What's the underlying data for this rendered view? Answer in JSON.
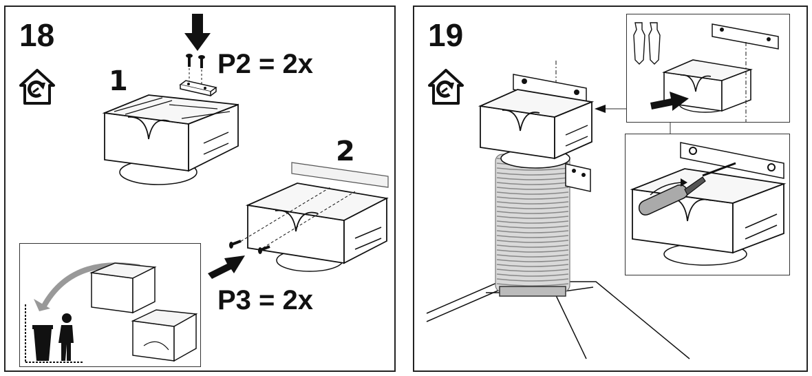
{
  "step_left": {
    "number": "18",
    "sub_step_1": "1",
    "sub_step_2": "2",
    "screw_qty_p2": "P2 = 2x",
    "screw_qty_p3": "P3 = 2x",
    "icon": "home-recirculation-icon"
  },
  "step_right": {
    "number": "19",
    "icon": "home-recirculation-icon"
  },
  "colors": {
    "line": "#222222",
    "fill_light": "#f4f4f4",
    "hose": "#d9d9d9",
    "arrow": "#111111"
  }
}
